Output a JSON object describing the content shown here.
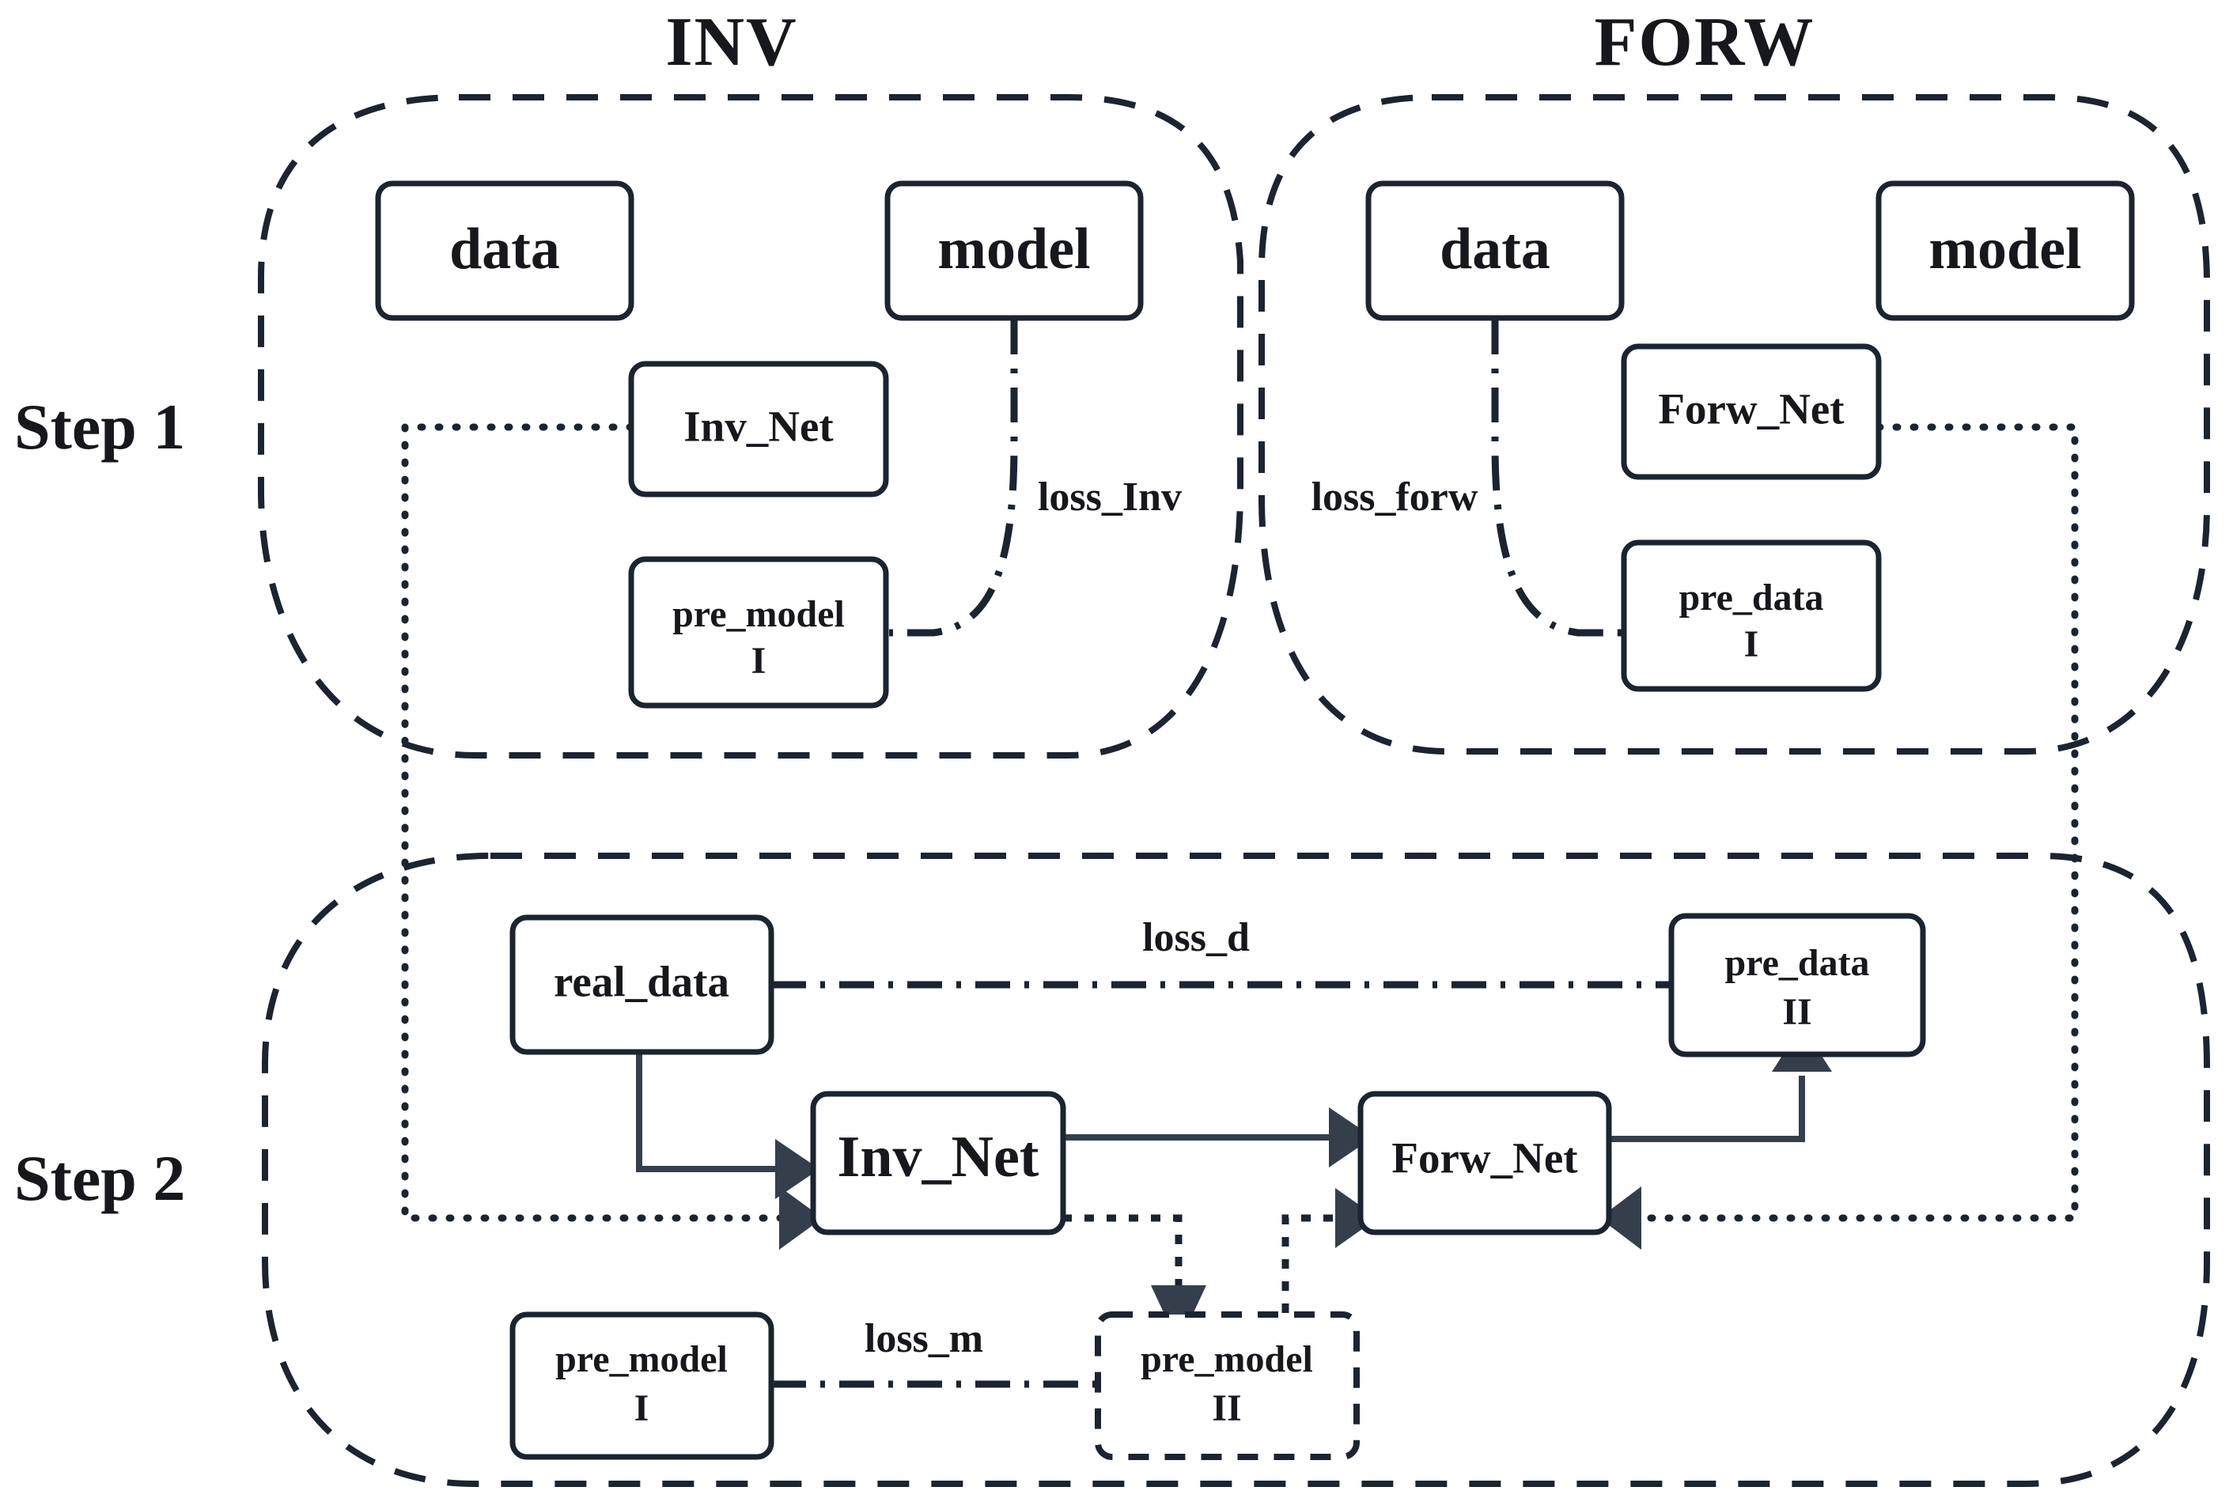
{
  "diagram": {
    "title_inv": "INV",
    "title_forw": "FORW",
    "step1_label": "Step 1",
    "step2_label": "Step 2",
    "accent_color": "#1b2430",
    "background_color": "#ffffff"
  },
  "step1": {
    "inv_group": {
      "name": "INV",
      "boxes": {
        "data": "data",
        "model": "model",
        "inv_net": "Inv_Net",
        "pre_model_1_line1": "pre_model",
        "pre_model_1_line2": "I"
      },
      "loss_label": "loss_Inv"
    },
    "forw_group": {
      "name": "FORW",
      "boxes": {
        "data": "data",
        "model": "model",
        "forw_net": "Forw_Net",
        "pre_data_1_line1": "pre_data",
        "pre_data_1_line2": "I"
      },
      "loss_label": "loss_forw"
    }
  },
  "step2": {
    "boxes": {
      "real_data": "real_data",
      "inv_net": "Inv_Net",
      "forw_net": "Forw_Net",
      "pre_data_2_line1": "pre_data",
      "pre_data_2_line2": "II",
      "pre_model_1_line1": "pre_model",
      "pre_model_1_line2": "I",
      "pre_model_2_line1": "pre_model",
      "pre_model_2_line2": "II"
    },
    "loss_d": "loss_d",
    "loss_m": "loss_m"
  }
}
